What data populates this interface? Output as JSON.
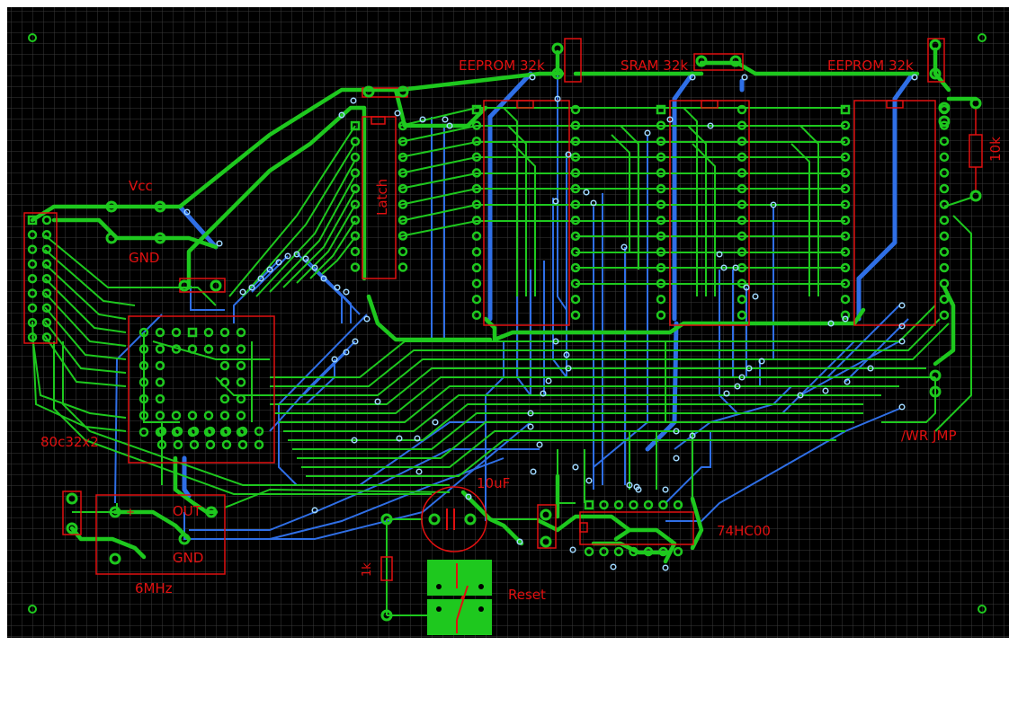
{
  "labels": {
    "eeprom_left": "EEPROM 32k",
    "sram": "SRAM 32k",
    "eeprom_right": "EEPROM 32k",
    "vcc": "Vcc",
    "gnd": "GND",
    "latch": "Latch",
    "resistor_10k": "10k",
    "mcu": "80c32x2",
    "wr_jmp": "/WR JMP",
    "cap_10uf": "10uF",
    "osc_out": "OUT",
    "osc_gnd": "GND",
    "osc_plus": "+",
    "osc_freq": "6MHz",
    "resistor_1k": "1k",
    "reset": "Reset",
    "nand": "74HC00"
  },
  "colors": {
    "background": "#000000",
    "grid": "#3a3a3a",
    "top_trace": "#1ec81e",
    "bottom_trace": "#2f6fe6",
    "silkscreen": "#e01010",
    "via": "#9fd8ff",
    "pad": "#1ec81e"
  }
}
